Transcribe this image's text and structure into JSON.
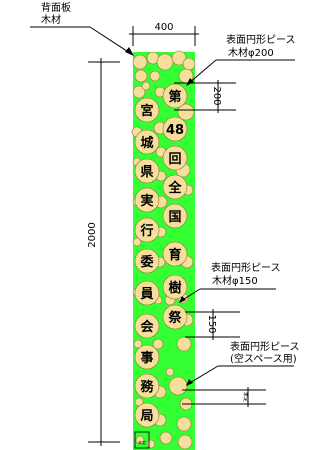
{
  "annotations": {
    "backboard_title": "背面板",
    "backboard_material": "木材",
    "surface_piece": "表面円形ピース",
    "surface_piece_200": "木材φ200",
    "surface_piece_150": "木材φ150",
    "surface_piece_blank": "(空スペース用)",
    "bottom_tag": "未定"
  },
  "dimensions": {
    "width": "400",
    "height": "2000",
    "circle_200": "200",
    "circle_150": "150",
    "small_circle": "未定"
  },
  "column_left": [
    "宮",
    "城",
    "県",
    "実",
    "行",
    "委",
    "員",
    "会",
    "事",
    "務",
    "局"
  ],
  "column_right": [
    "第",
    "48",
    "回",
    "全",
    "国",
    "育",
    "樹",
    "祭"
  ],
  "colors": {
    "backboard": "#33ff33",
    "piece_fill": "#f5df9a",
    "piece_stroke": "#8a7a3a",
    "line": "#000000"
  }
}
